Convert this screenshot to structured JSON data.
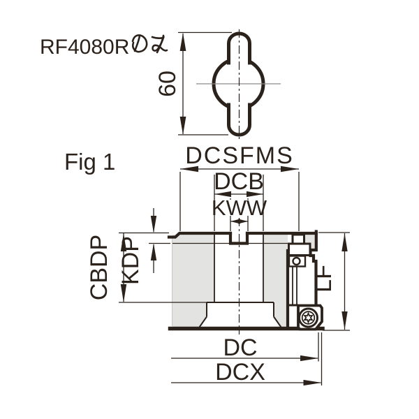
{
  "figure": {
    "note": "RF4080Rのみ",
    "note_latin": "RF4080R",
    "fig_label": "Fig 1"
  },
  "dimensions": {
    "knob_height": "60",
    "dcsfms": "DCSFMS",
    "dcb": "DCB",
    "kww": "KWW",
    "cbdp": "CBDP",
    "kdp": "KDP",
    "lf": "LF",
    "dc": "DC",
    "dcx": "DCX"
  },
  "colors": {
    "line": "#2b221c",
    "section_fill": "#e3e3e2",
    "centerline_gray": "#8a8a8a",
    "background": "#ffffff"
  }
}
